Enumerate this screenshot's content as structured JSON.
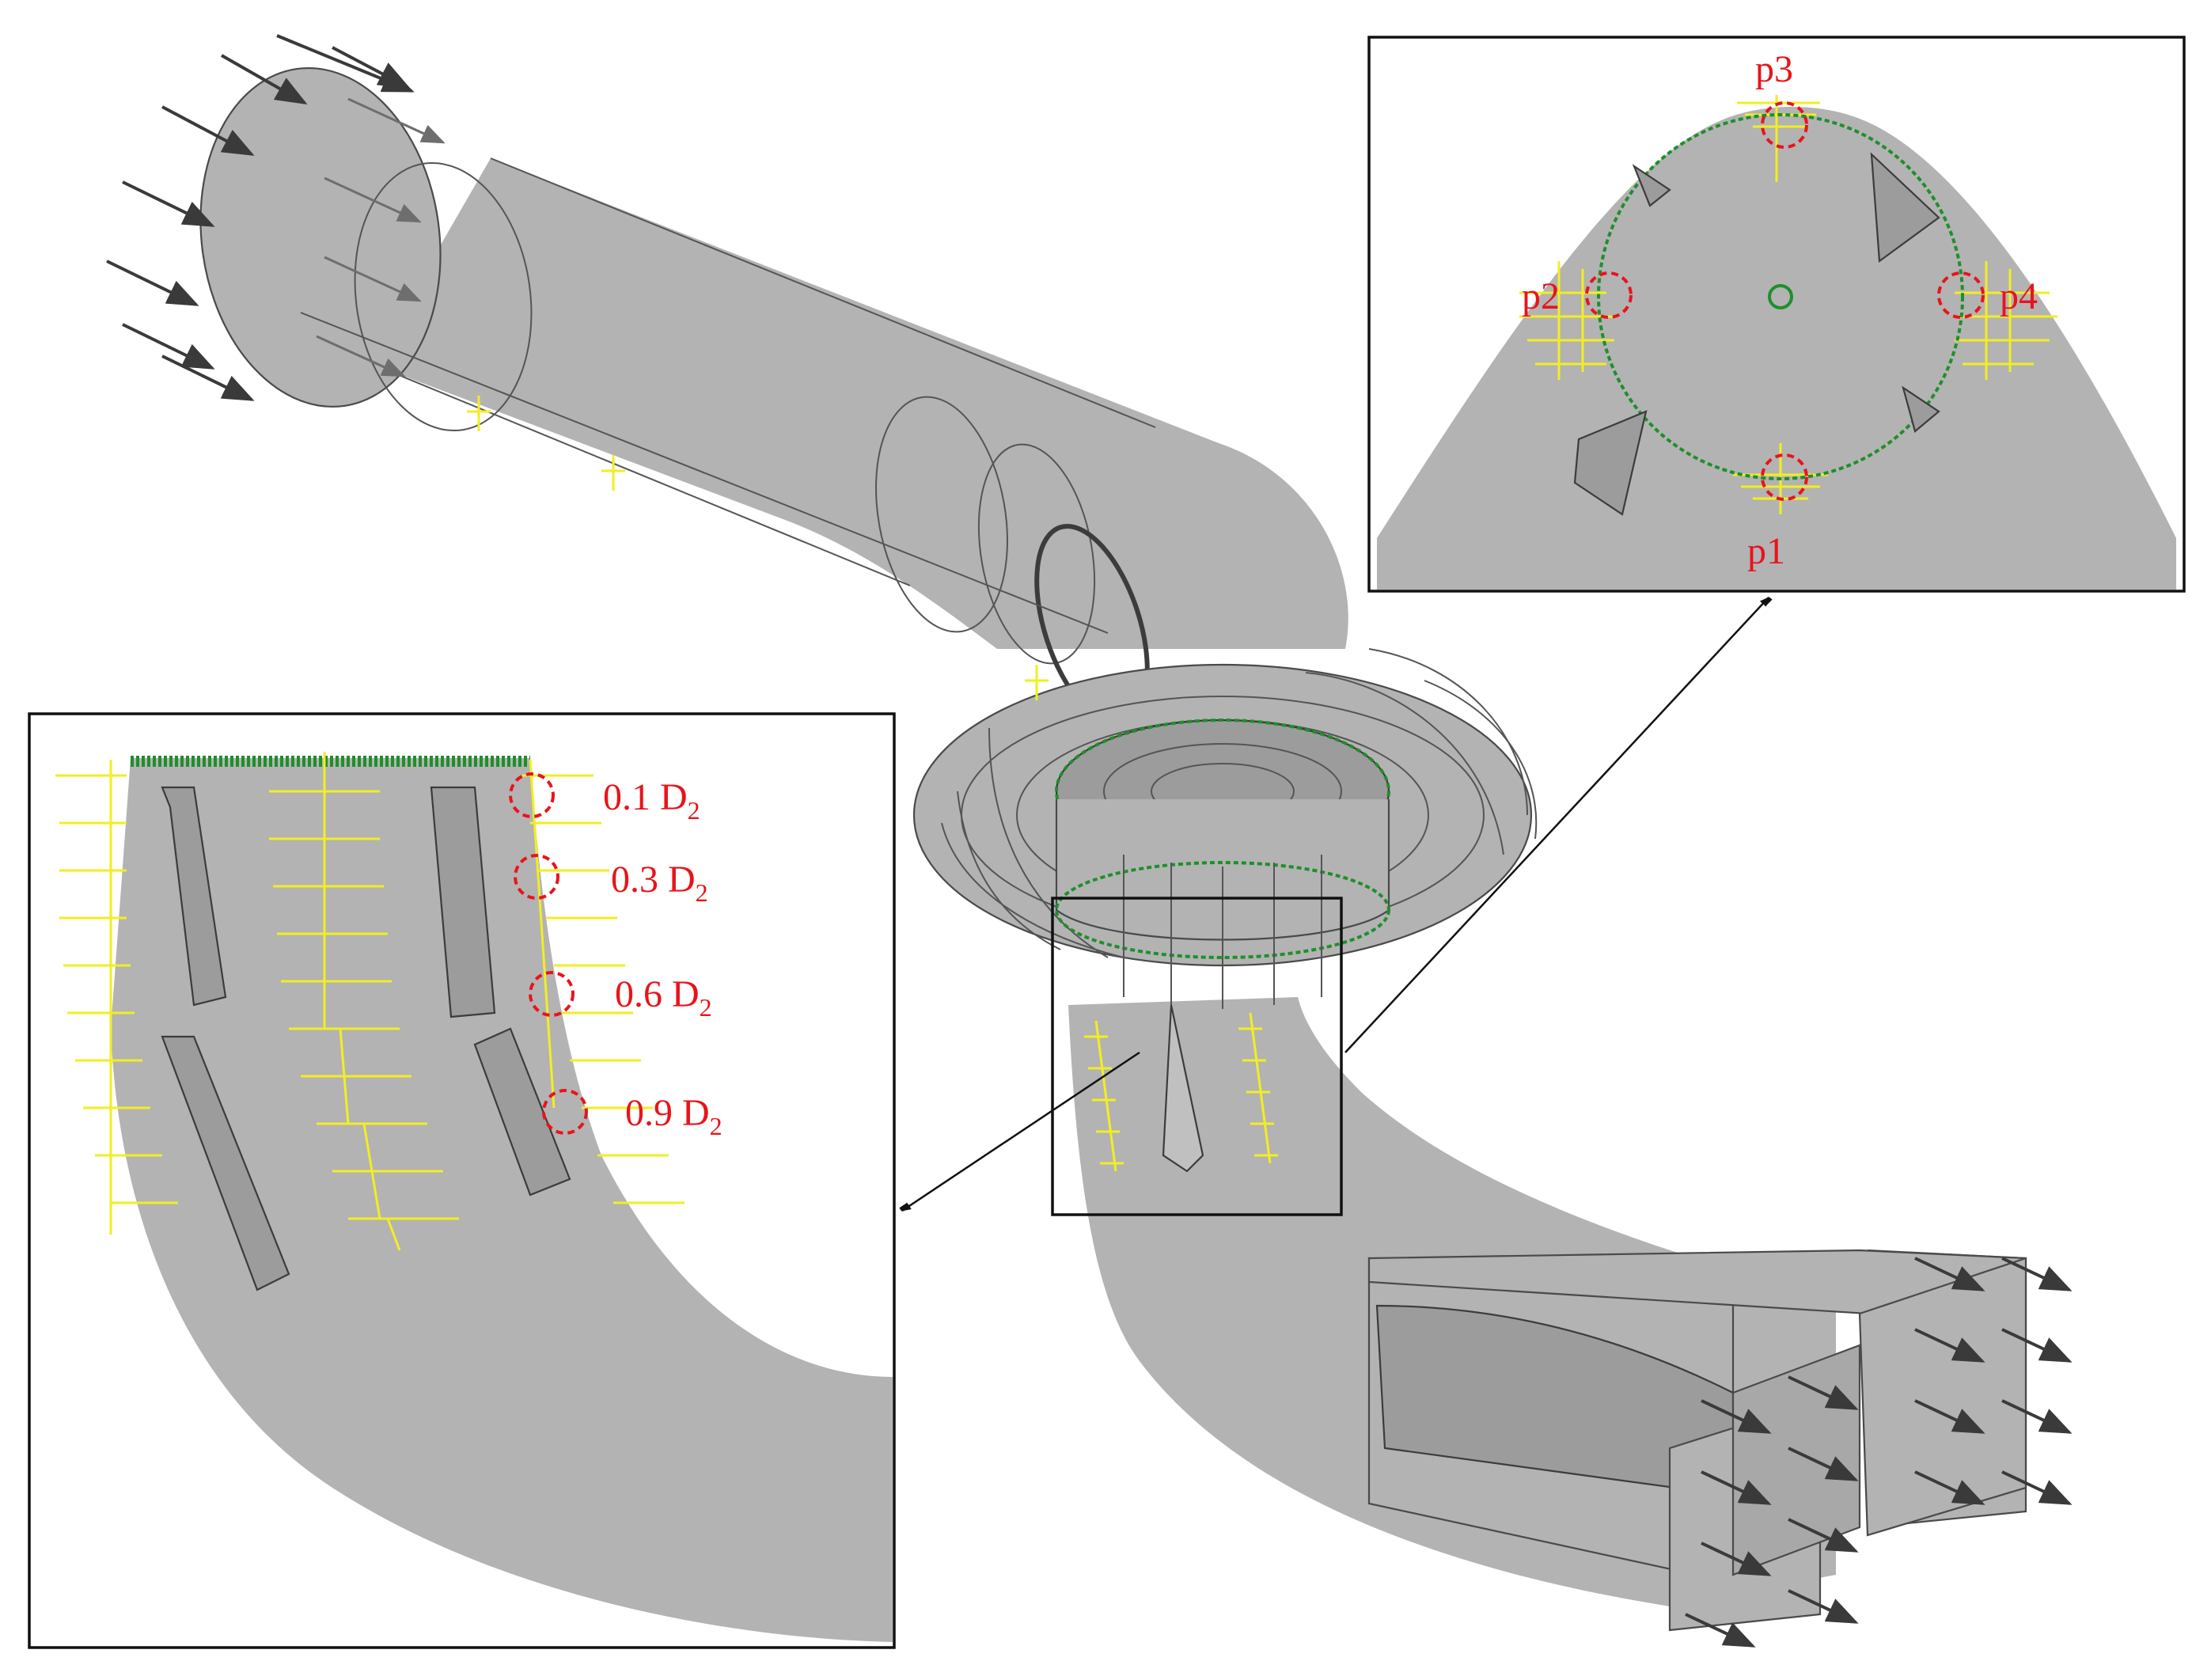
{
  "figure": {
    "colors": {
      "geometry": "#b3b3b3",
      "edges": "#4a4a4a",
      "label": "#e8141b",
      "mesh_yellow": "#f2ee22",
      "mesh_green": "#1f8f2a",
      "arrow": "#3a3a3a"
    },
    "top_inset": {
      "labels": {
        "p3": "p3",
        "p2": "p2",
        "p4": "p4",
        "p1": "p1"
      }
    },
    "left_inset": {
      "labels": {
        "d01": "0.1 D",
        "d03": "0.3 D",
        "d06": "0.6 D",
        "d09": "0.9 D",
        "sub": "2"
      }
    }
  }
}
